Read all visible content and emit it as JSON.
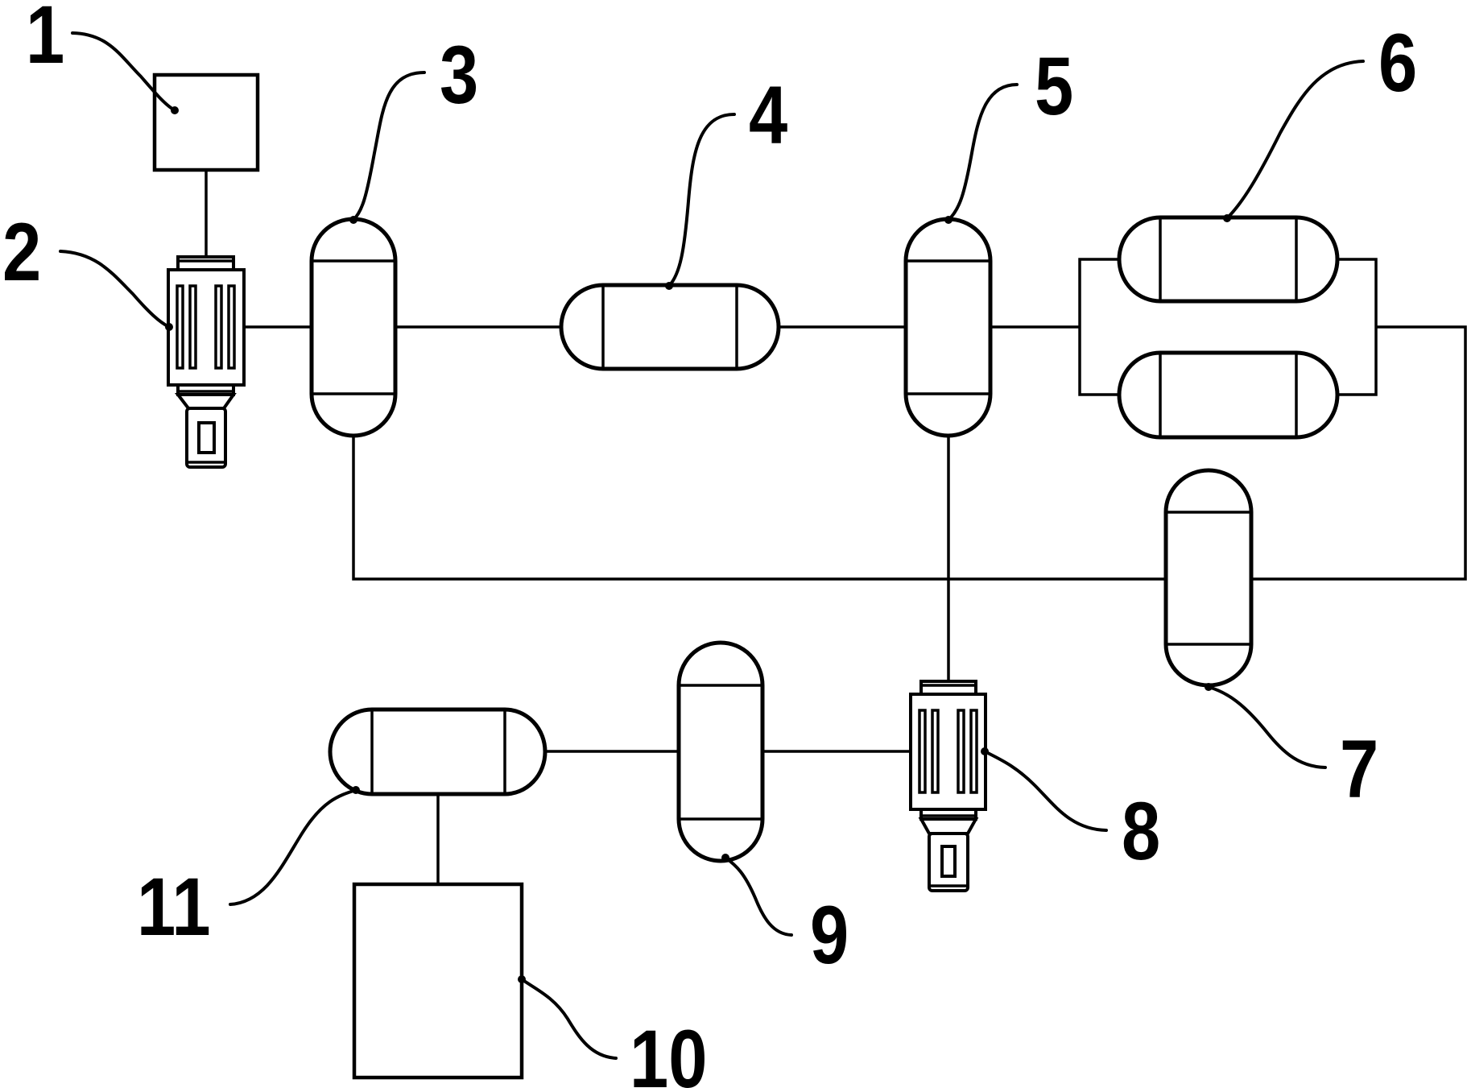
{
  "diagram": {
    "type": "process flow schematic",
    "labels": {
      "box_1": "1",
      "compressor_2": "2",
      "vessel_3": "3",
      "vessel_4": "4",
      "vessel_5": "5",
      "vessel_pair_6": "6",
      "vessel_7": "7",
      "compressor_8": "8",
      "vessel_9": "9",
      "box_10": "10",
      "vessel_11": "11"
    },
    "components": [
      {
        "id": "1",
        "kind": "rectangular unit (source box)"
      },
      {
        "id": "2",
        "kind": "compressor / pump with motor"
      },
      {
        "id": "3",
        "kind": "vertical vessel"
      },
      {
        "id": "4",
        "kind": "horizontal vessel"
      },
      {
        "id": "5",
        "kind": "vertical vessel"
      },
      {
        "id": "6",
        "kind": "pair of parallel horizontal vessels"
      },
      {
        "id": "7",
        "kind": "vertical vessel"
      },
      {
        "id": "8",
        "kind": "compressor / pump with motor"
      },
      {
        "id": "9",
        "kind": "vertical vessel"
      },
      {
        "id": "10",
        "kind": "rectangular unit (storage box)"
      },
      {
        "id": "11",
        "kind": "horizontal vessel"
      }
    ],
    "connections": [
      [
        "1",
        "2"
      ],
      [
        "2",
        "3"
      ],
      [
        "3",
        "4"
      ],
      [
        "4",
        "5"
      ],
      [
        "5",
        "6"
      ],
      [
        "6",
        "7"
      ],
      [
        "7",
        "3"
      ],
      [
        "5",
        "8"
      ],
      [
        "8",
        "9"
      ],
      [
        "9",
        "11"
      ],
      [
        "11",
        "10"
      ]
    ]
  }
}
